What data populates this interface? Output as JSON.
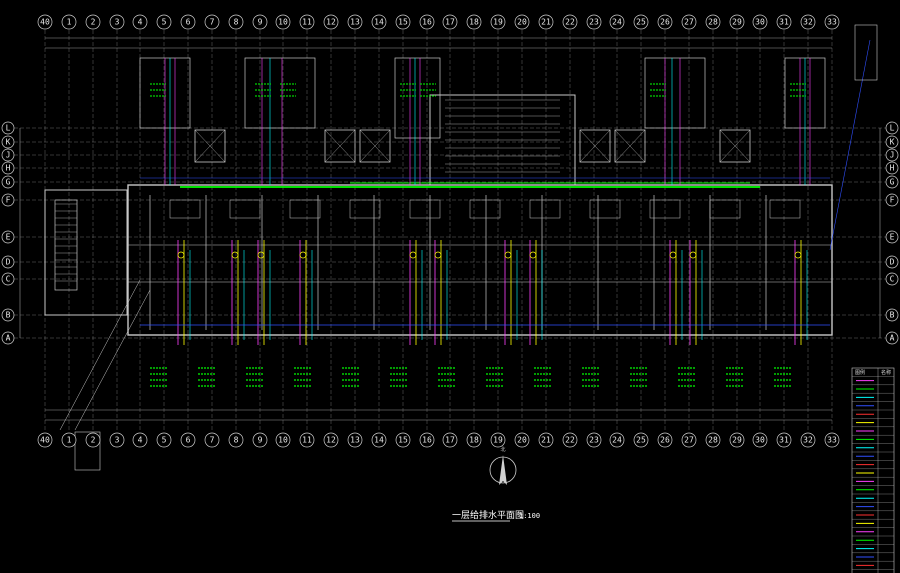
{
  "drawing": {
    "title": "一层给排水平面图",
    "scale": "1:100",
    "background_color": "#000000",
    "colors": {
      "wall": "#c8c8c8",
      "axis_line": "#9a9a9a",
      "grid_bubble": "#d0d0d0",
      "water_supply": "#ffff00",
      "drainage": "#ff40ff",
      "fire_main": "#00ff00",
      "hot_water": "#00ffff",
      "annotation": "#00d000",
      "blue_line": "#3050ff",
      "red_line": "#ff3030"
    },
    "vertical_axes": [
      "40",
      "1",
      "2",
      "3",
      "4",
      "5",
      "6",
      "7",
      "8",
      "9",
      "10",
      "11",
      "12",
      "13",
      "14",
      "15",
      "16",
      "17",
      "18",
      "19",
      "20",
      "21",
      "22",
      "23",
      "24",
      "25",
      "26",
      "27",
      "28",
      "29",
      "30",
      "31",
      "32",
      "33"
    ],
    "horizontal_axes_left": [
      "L",
      "K",
      "J",
      "H",
      "G",
      "F",
      "E",
      "D",
      "C",
      "B",
      "A"
    ],
    "horizontal_axes_right": [
      "L",
      "K",
      "J",
      "H",
      "G",
      "F",
      "E",
      "D",
      "C",
      "B",
      "A"
    ],
    "north_arrow_label": "北",
    "legend": {
      "header": [
        "图例",
        "名称"
      ],
      "row_count": 24
    }
  }
}
